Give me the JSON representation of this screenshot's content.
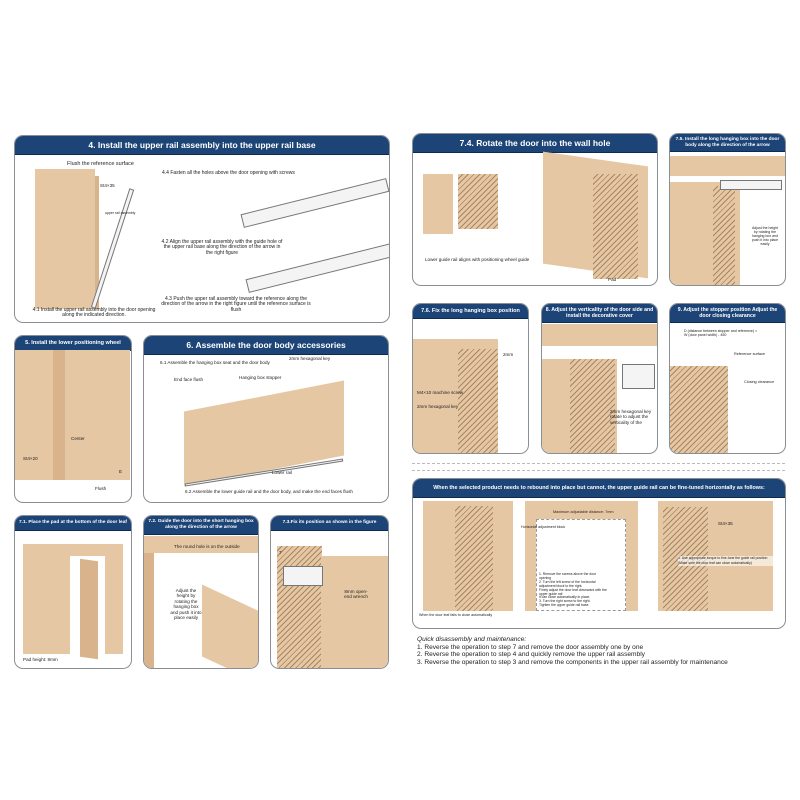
{
  "colors": {
    "header": "#1d4477",
    "wood": "#e6c7a3",
    "arrow": "#e02020"
  },
  "step4": {
    "title": "4. Install the upper rail assembly into the upper rail base",
    "flush": "Flush the reference surface",
    "screw": "St4×35",
    "rail_label": "upper rail assembly",
    "s44": "4.4 Fasten all the holes above the door opening with screws",
    "s42": "4.2 Align the upper rail assembly with the guide hole of the upper rail base along the direction of the arrow in the right figure",
    "s43": "4.3 Push the upper rail assembly toward the reference along the direction of the arrow in the right figure until the reference surface is flush",
    "s41": "4.1 Install the upper rail assembly into the door opening along the indicated direction."
  },
  "step5": {
    "title": "5. Install the lower positioning wheel",
    "center": "Center",
    "screw": "St4×20",
    "flush": "Flush",
    "e": "E"
  },
  "step6": {
    "title": "6. Assemble the door body accessories",
    "s61": "6.1 Assemble the hanging box seat and the door body",
    "key": "2mm hexagonal key",
    "end_face": "End face flush",
    "stopper": "Hanging box stopper",
    "lower_rail": "Lower rail",
    "s62": "6.2 Assemble the lower guide rail and the door body, and make the end faces flush"
  },
  "step71": {
    "title": "7.1. Place the pad at the bottom of the door leaf",
    "pad": "Pad height: 8mm"
  },
  "step72": {
    "title": "7.2. Guide the door into the short hanging box along the direction of the arrow",
    "hole": "The round hole is on the outside",
    "adjust": "Adjust the height by rotating the hanging box and push it into place easily"
  },
  "step73": {
    "title": "7.3.Fix its position as shown in the figure",
    "seven": "7",
    "wrench": "8mm open-end wrench"
  },
  "step74": {
    "title": "7.4. Rotate the door into the wall hole",
    "guide": "Lower guide rail aligns with positioning wheel guide",
    "pad": "Pad"
  },
  "step75": {
    "title": "7.5. Install the long hanging box into the door body along the direction of the arrow",
    "adjust": "Adjust the height by rotating the hanging box and push it into place easily"
  },
  "step76": {
    "title": "7.6. Fix the long hanging box position",
    "mm": "2mm",
    "screw": "M4×10 machine screw",
    "key": "2mm hexagonal key"
  },
  "step8": {
    "title": "8. Adjust the verticality of the door side and install the decorative cover",
    "key": "2mm hexagonal key rotate to adjust the verticality of the"
  },
  "step9": {
    "title": "9. Adjust the stopper position Adjust the door closing clearance",
    "distance": "D (distance between stopper and reference) = W (door panel width) - 450",
    "ref": "Reference surface",
    "clearance": "Closing clearance"
  },
  "finetune": {
    "title": "When the selected product needs to rebound into place but cannot, the upper guide rail can be fine-tuned horizontally as follows:",
    "block": "Horizontal adjustment block",
    "fails": "When the door leaf fails to close automatically",
    "max": "Maximum adjustable distance: 7mm",
    "steps": "1. Remove the screws above the door opening\n2. Turn the left screw of the horizontal adjustment block to the right.\nFinely adjust the door leaf downward with the upper guide rail\nit can close automatically in place.\n3. Turn the right screw to the right.\nTighten the upper guide rail base",
    "screw": "St4×35",
    "tip": "4. Use appropriate torque to fine-tune the guide rail position\n(Make sure the door leaf can close automatically)"
  },
  "maintenance": {
    "title": "Quick disassembly and maintenance:",
    "items": [
      "1. Reverse the operation to step 7 and remove the door assembly one by one",
      "2. Reverse the operation to step 4 and quickly remove the upper rail assembly",
      "3. Reverse the operation to step 3 and remove the components in the upper rail assembly for maintenance"
    ]
  }
}
